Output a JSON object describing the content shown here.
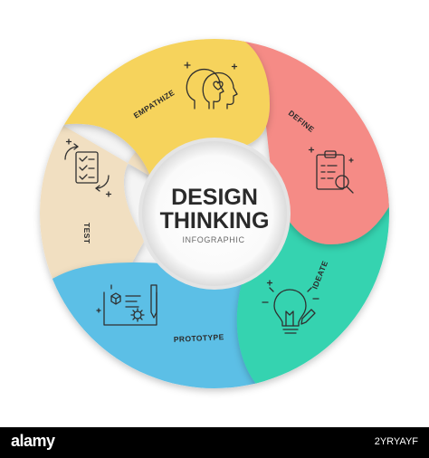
{
  "center": {
    "line1": "DESIGN",
    "line2": "THINKING",
    "subtitle": "INFOGRAPHIC"
  },
  "segments": [
    {
      "label": "EMPATHIZE",
      "color": "#f6d35c",
      "icon": "head-profiles-heart-icon"
    },
    {
      "label": "DEFINE",
      "color": "#f58b86",
      "icon": "clipboard-magnifier-icon"
    },
    {
      "label": "IDEATE",
      "color": "#36d3b0",
      "icon": "lightbulb-pencil-icon"
    },
    {
      "label": "PROTOTYPE",
      "color": "#5bbfe6",
      "icon": "blueprint-cube-gear-icon"
    },
    {
      "label": "TEST",
      "color": "#f1dfc1",
      "icon": "checklist-cycle-icon"
    }
  ],
  "watermark": {
    "logo": "alamy",
    "image_id": "2YRYAYF"
  }
}
